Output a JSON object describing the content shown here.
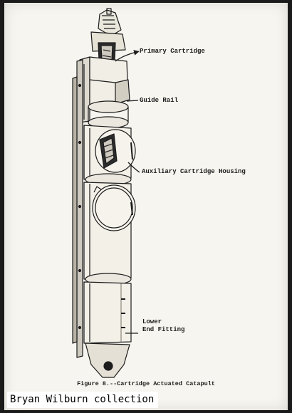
{
  "figure": {
    "labels": {
      "primary_cartridge": "Primary Cartridge",
      "guide_rail": "Guide Rail",
      "auxiliary_cartridge_housing": "Auxiliary Cartridge Housing",
      "lower_end_fitting_line1": "Lower",
      "lower_end_fitting_line2": "End Fitting"
    },
    "caption": "Figure 8.--Cartridge Actuated Catapult"
  },
  "credit": "Bryan Wilburn collection"
}
